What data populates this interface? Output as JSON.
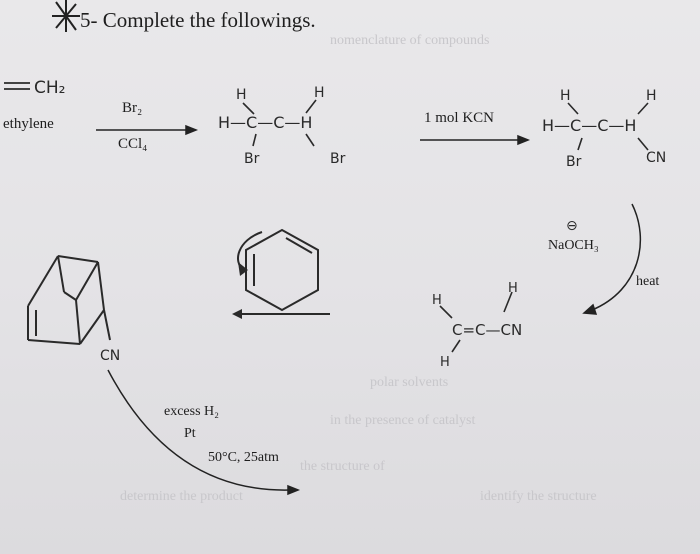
{
  "problem": {
    "title": "5- Complete the followings."
  },
  "reaction1": {
    "reactant": "ethylene",
    "reagent_top": "Br₂",
    "reagent_bottom": "CCl₄",
    "handwritten_formula": "=CH₂"
  },
  "reaction2": {
    "reagent": "1 mol KCN"
  },
  "reaction3": {
    "reagent": "NaOCH₃",
    "condition": "heat",
    "charge_note": "⊖"
  },
  "reaction4": {
    "reagent_line1": "excess H₂",
    "reagent_line2": "Pt",
    "reagent_line3": "50°C, 25atm"
  },
  "handwritten": {
    "h": "H",
    "br": "Br",
    "cn": "CN",
    "c": "C",
    "bond_h": "H—C—C—H",
    "dibromide_right_h": "H",
    "nitrile_h": "H",
    "alkene": "C=C—CN"
  }
}
